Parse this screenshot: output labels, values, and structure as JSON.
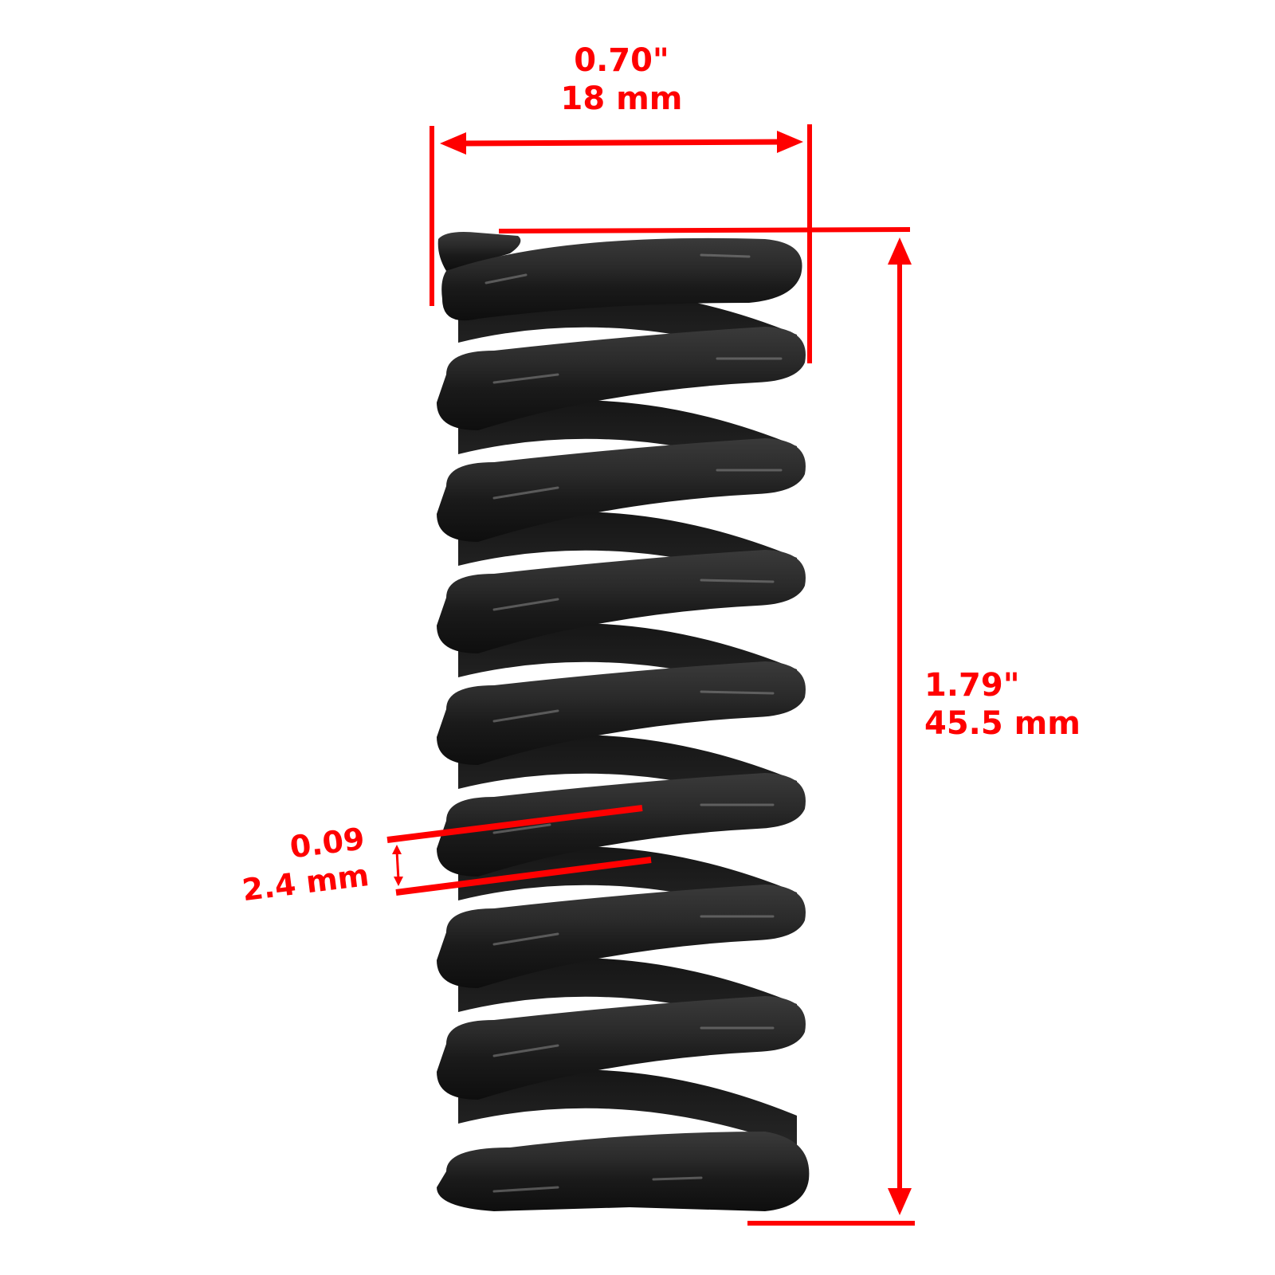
{
  "diagram": {
    "subject": "coil compression spring",
    "annotation_color": "#ff0000",
    "spring_color": "#1e1e1e",
    "background_color": "#ffffff"
  },
  "dimensions": {
    "outer_diameter": {
      "imperial": "0.70\"",
      "metric": "18 mm"
    },
    "free_length": {
      "imperial": "1.79\"",
      "metric": "45.5 mm"
    },
    "wire_diameter": {
      "imperial": "0.09",
      "metric": "2.4 mm"
    }
  }
}
